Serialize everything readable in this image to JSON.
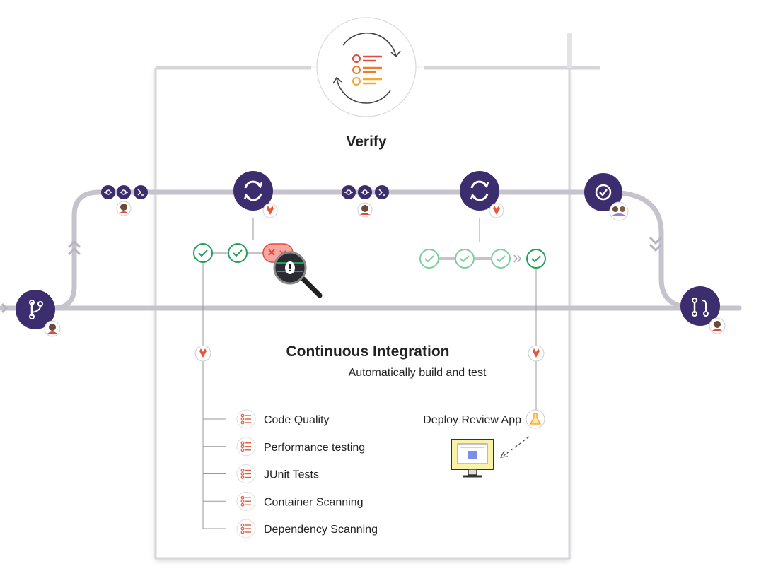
{
  "stage": {
    "name": "Verify",
    "title": "Continuous Integration",
    "subtitle": "Automatically build and test"
  },
  "jobs": [
    {
      "label": "Code Quality",
      "icon": "checklist-icon"
    },
    {
      "label": "Performance testing",
      "icon": "checklist-icon"
    },
    {
      "label": "JUnit Tests",
      "icon": "checklist-icon"
    },
    {
      "label": "Container Scanning",
      "icon": "checklist-icon"
    },
    {
      "label": "Dependency Scanning",
      "icon": "checklist-icon"
    }
  ],
  "review_app": {
    "label": "Deploy Review App",
    "icon": "flask-icon"
  },
  "pipelines": [
    {
      "status": [
        "passed",
        "passed",
        "failed"
      ]
    },
    {
      "status": [
        "passed",
        "passed",
        "passed",
        "passed"
      ]
    }
  ],
  "nodes": [
    {
      "type": "branch",
      "icon": "branch-icon"
    },
    {
      "type": "pipeline",
      "icon": "sync-icon"
    },
    {
      "type": "pipeline",
      "icon": "sync-icon"
    },
    {
      "type": "approve",
      "icon": "check-circle-icon"
    },
    {
      "type": "merge",
      "icon": "merge-request-icon"
    }
  ],
  "colors": {
    "node": "#3b2d6e",
    "track": "#c6c3cd",
    "success": "#22a05a",
    "success_light": "#7ccf9f",
    "failed": "#e24a3d",
    "failed_bg": "#f6a6a0",
    "list_icon": "#e8573d",
    "gitlab_orange": "#e8573d",
    "review_screen": "#f8f3a8",
    "review_accent": "#7c8ee6"
  }
}
